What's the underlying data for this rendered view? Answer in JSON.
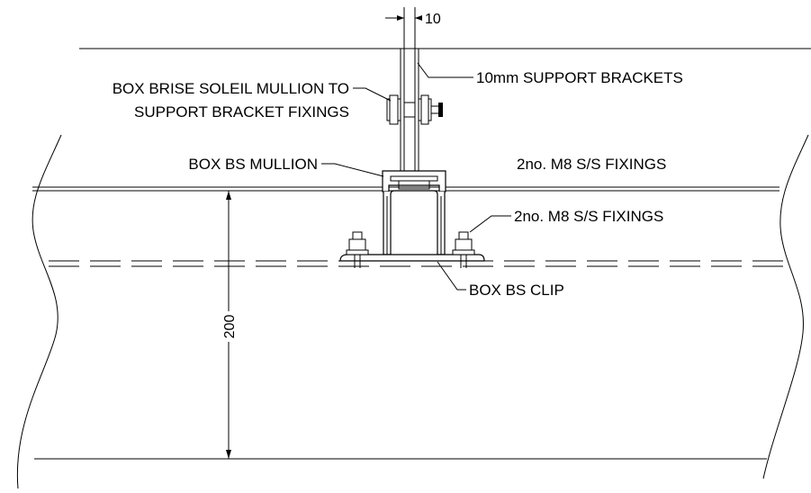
{
  "labels": {
    "mullion_fixings_line1": "BOX BRISE SOLEIL MULLION TO",
    "mullion_fixings_line2": "SUPPORT BRACKET FIXINGS",
    "support_brackets": "10mm SUPPORT BRACKETS",
    "bs_mullion": "BOX BS MULLION",
    "fixings_upper": "2no. M8 S/S FIXINGS",
    "fixings_lower": "2no. M8 S/S FIXINGS",
    "bs_clip": "BOX BS CLIP"
  },
  "dimensions": {
    "bracket_thickness": "10",
    "section_height": "200"
  },
  "colors": {
    "line": "#000000",
    "background": "#ffffff"
  }
}
